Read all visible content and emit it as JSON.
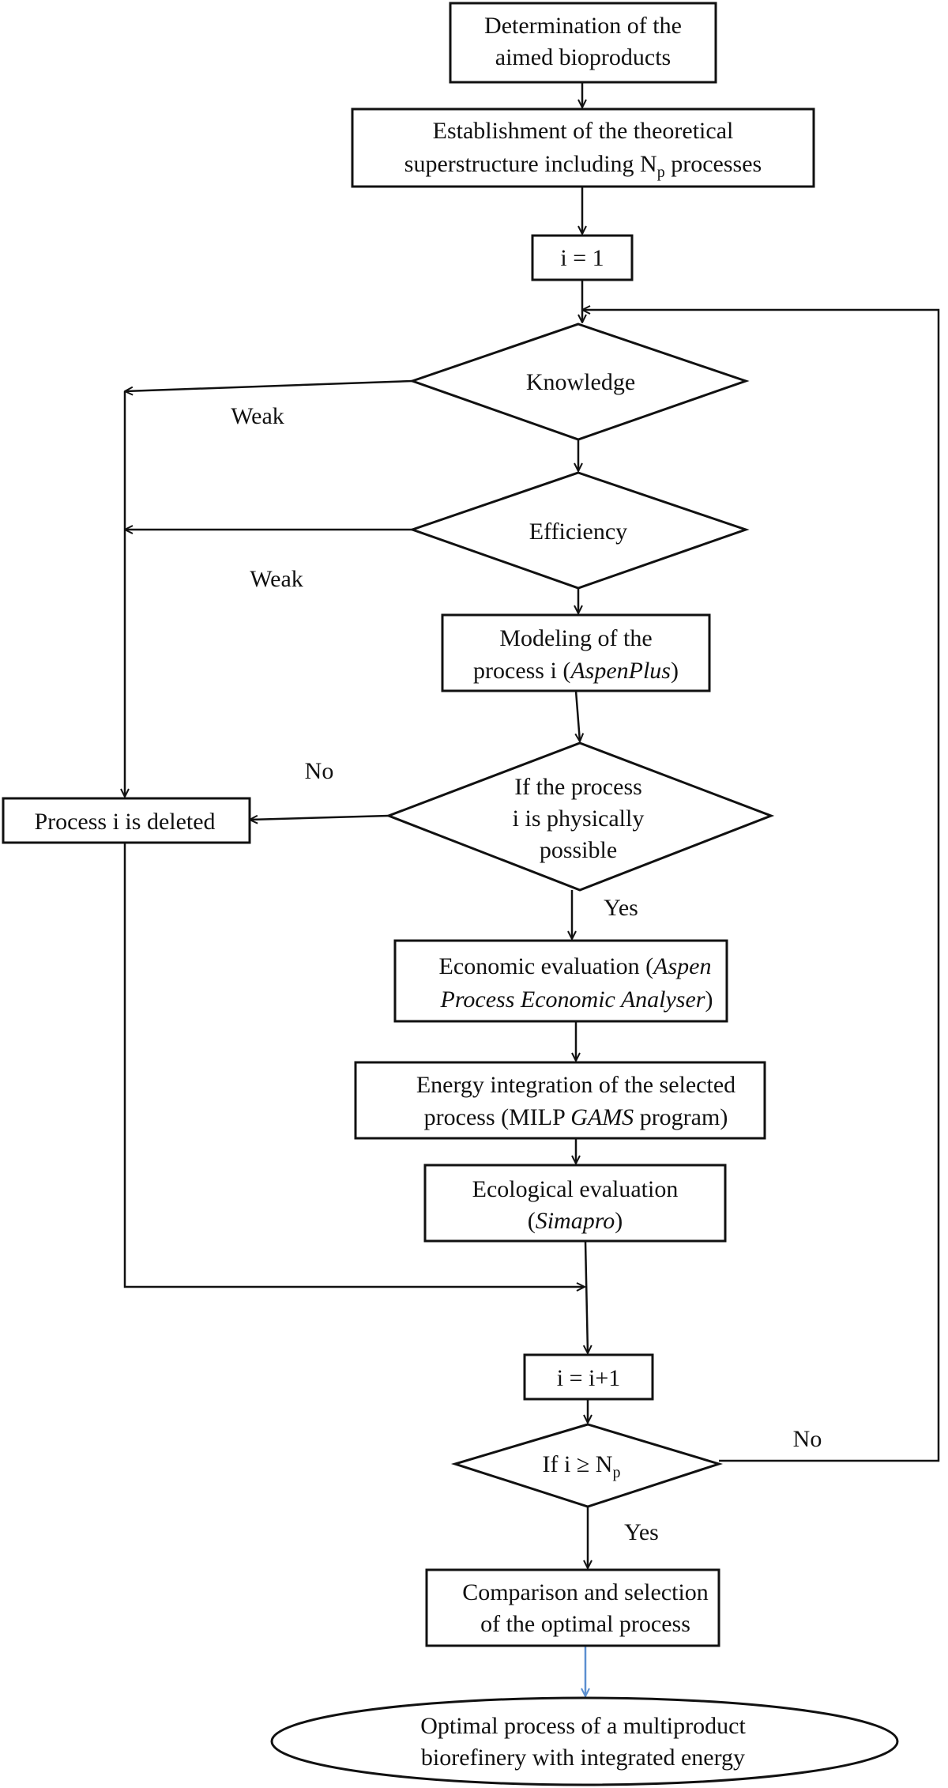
{
  "steps": {
    "determination": {
      "line1": "Determination of the",
      "line2": "aimed bioproducts"
    },
    "superstructure": {
      "line1": "Establishment of the theoretical",
      "line2_pre": "superstructure including N",
      "line2_sub": "p",
      "line2_post": " processes"
    },
    "init": {
      "label": "i = 1"
    },
    "knowledge": {
      "label": "Knowledge"
    },
    "efficiency": {
      "label": "Efficiency"
    },
    "modeling": {
      "line1": "Modeling of the",
      "line2_pre": "process i (",
      "line2_it": "AspenPlus",
      "line2_post": ")"
    },
    "physical": {
      "line1": "If the process",
      "line2": "i is physically",
      "line3": "possible"
    },
    "deleted": {
      "label": "Process i is deleted"
    },
    "economic": {
      "line1_pre": "Economic evaluation (",
      "line1_it": "Aspen",
      "line2_it": "Process Economic Analyser",
      "line2_post": ")"
    },
    "energy": {
      "line1": "Energy integration of the selected",
      "line2_pre": "process (MILP ",
      "line2_it": "GAMS",
      "line2_post": " program)"
    },
    "ecological": {
      "line1": "Ecological evaluation",
      "line2_pre": "(",
      "line2_it": "Simapro",
      "line2_post": ")"
    },
    "increment": {
      "label": "i = i+1"
    },
    "check": {
      "label_pre": "If i ≥ N",
      "label_sub": "p"
    },
    "comparison": {
      "line1": "Comparison and selection",
      "line2": "of the optimal process"
    },
    "result": {
      "line1": "Optimal process of a multiproduct",
      "line2": "biorefinery with integrated energy"
    }
  },
  "edge_labels": {
    "knowledge_weak": "Weak",
    "efficiency_weak": "Weak",
    "physical_no": "No",
    "physical_yes": "Yes",
    "check_no": "No",
    "check_yes": "Yes"
  },
  "colors": {
    "line": "#111111",
    "final_arrow": "#5b8fd0"
  }
}
